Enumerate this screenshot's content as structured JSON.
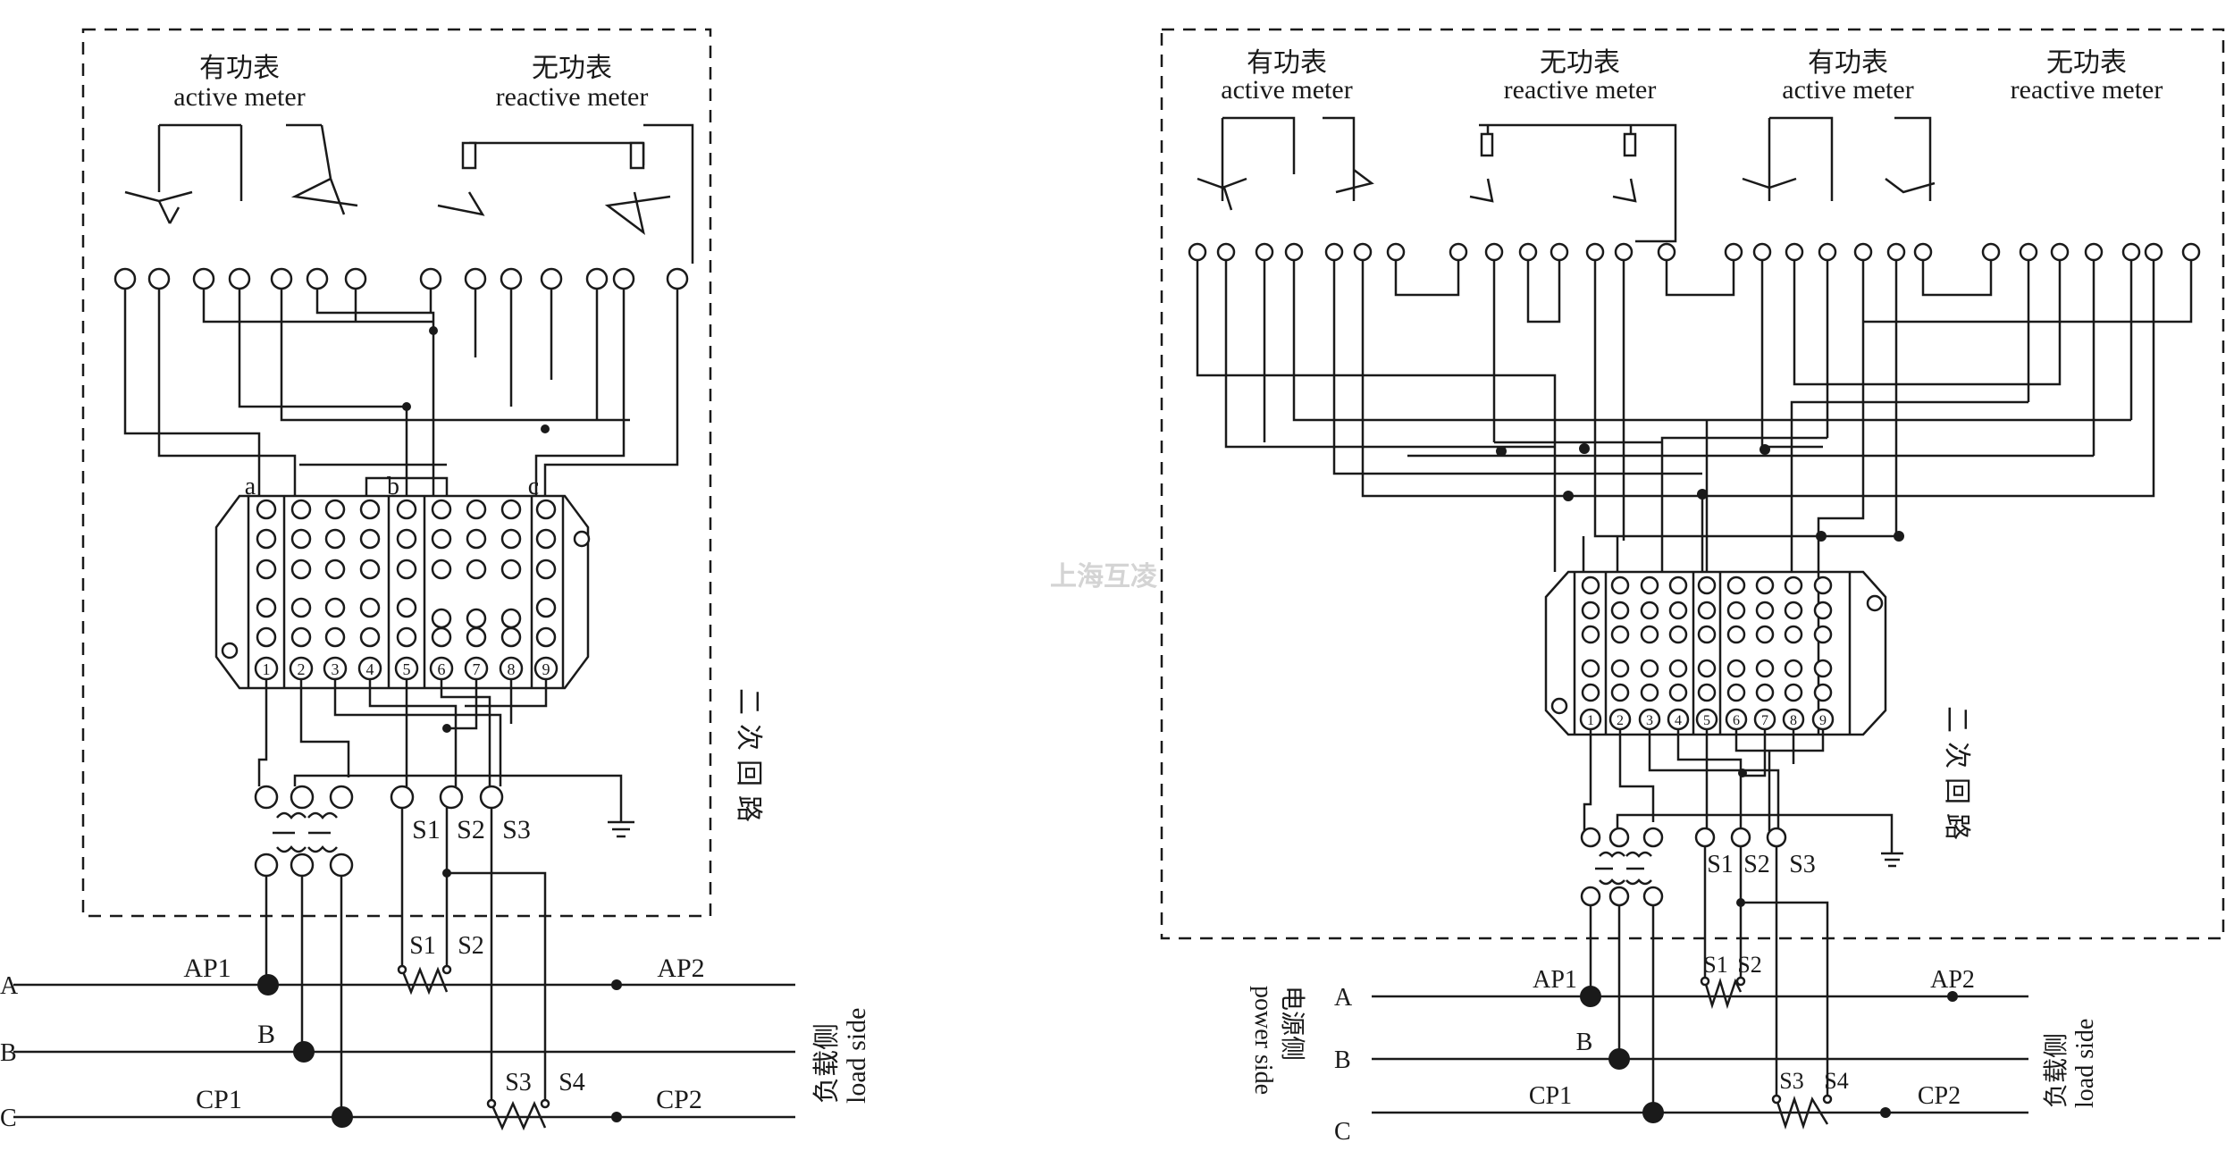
{
  "left": {
    "meter1_cn": "有功表",
    "meter1_en": "active meter",
    "meter2_cn": "无功表",
    "meter2_en": "reactive meter",
    "tb_labels": [
      "a",
      "b",
      "c"
    ],
    "tb_numbers": [
      "1",
      "2",
      "3",
      "4",
      "5",
      "6",
      "7",
      "8",
      "9"
    ],
    "secondary_loop": "二次回路",
    "s_labels": [
      "S1",
      "S2",
      "S3"
    ],
    "line_labels": [
      "A",
      "B",
      "C"
    ],
    "ap1": "AP1",
    "b_label": "B",
    "cp1": "CP1",
    "ap2": "AP2",
    "cp2": "CP2",
    "ct_top": [
      "S1",
      "S2"
    ],
    "ct_bot": [
      "S3",
      "S4"
    ],
    "load_cn": "负载侧",
    "load_en": "load side"
  },
  "right": {
    "meters": [
      {
        "cn": "有功表",
        "en": "active meter"
      },
      {
        "cn": "无功表",
        "en": "reactive meter"
      },
      {
        "cn": "有功表",
        "en": "active meter"
      },
      {
        "cn": "无功表",
        "en": "reactive meter"
      }
    ],
    "tb_numbers": [
      "1",
      "2",
      "3",
      "4",
      "5",
      "6",
      "7",
      "8",
      "9"
    ],
    "secondary_loop": "二次回路",
    "s_labels": [
      "S1",
      "S2",
      "S3"
    ],
    "line_labels": [
      "A",
      "B",
      "C"
    ],
    "ap1": "AP1",
    "b_label": "B",
    "cp1": "CP1",
    "ap2": "AP2",
    "cp2": "CP2",
    "ct_top": [
      "S1",
      "S2"
    ],
    "ct_bot": [
      "S3",
      "S4"
    ],
    "power_cn": "电源侧",
    "power_en": "power side",
    "load_cn": "负载侧",
    "load_en": "load side"
  },
  "watermark": "上海互凌"
}
